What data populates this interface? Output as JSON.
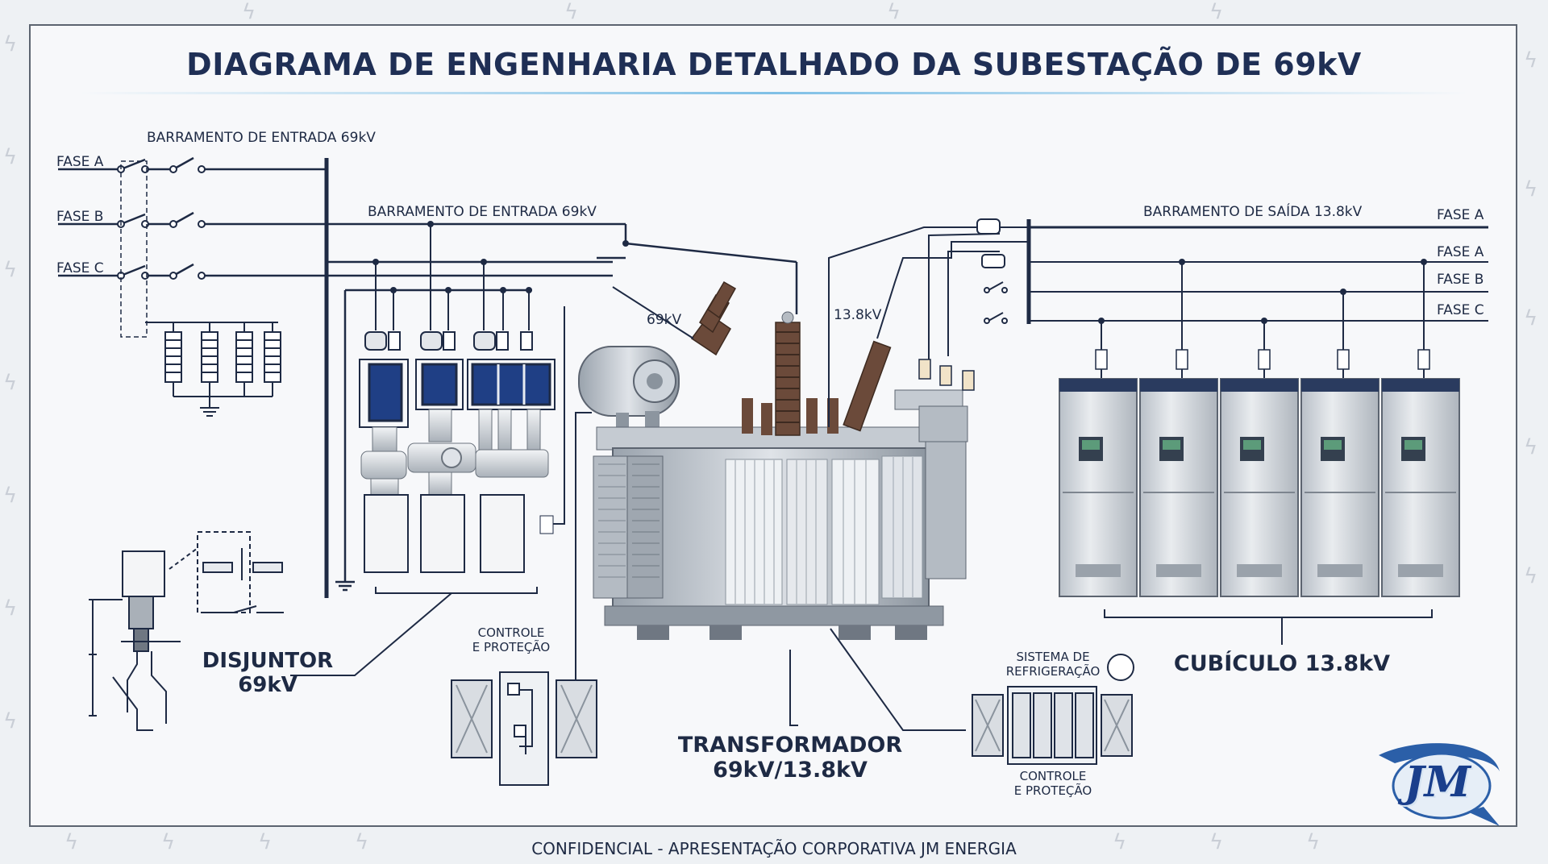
{
  "title": "DIAGRAMA DE ENGENHARIA DETALHADO DA SUBESTAÇÃO DE 69kV",
  "incoming": {
    "bus_label_top": "BARRAMENTO DE ENTRADA 69kV",
    "bus_label_mid": "BARRAMENTO DE ENTRADA 69kV",
    "phases": [
      "FASE A",
      "FASE B",
      "FASE C"
    ]
  },
  "outgoing": {
    "bus_label": "BARRAMENTO DE SAÍDA 13.8kV",
    "phase_top": "FASE A",
    "phases": [
      "FASE A",
      "FASE B",
      "FASE C"
    ]
  },
  "bushing_labels": {
    "hv": "69kV",
    "lv": "13.8kV"
  },
  "components": {
    "breaker": {
      "line1": "DISJUNTOR",
      "line2": "69kV"
    },
    "control_left": {
      "line1": "CONTROLE",
      "line2": "E PROTEÇÃO"
    },
    "transformer": {
      "line1": "TRANSFORMADOR",
      "line2": "69kV/13.8kV"
    },
    "cooling": {
      "line1": "SISTEMA DE",
      "line2": "REFRIGERAÇÃO"
    },
    "control_right": {
      "line1": "CONTROLE",
      "line2": "E PROTEÇÃO"
    },
    "cubicle": {
      "label": "CUBÍCULO 13.8kV"
    }
  },
  "footer": "CONFIDENCIAL - APRESENTAÇÃO CORPORATIVA JM ENERGIA",
  "logo_text": "JM",
  "colors": {
    "title": "#1f2f55",
    "line": "#1e2a44",
    "accent": "#2a4b8f"
  }
}
